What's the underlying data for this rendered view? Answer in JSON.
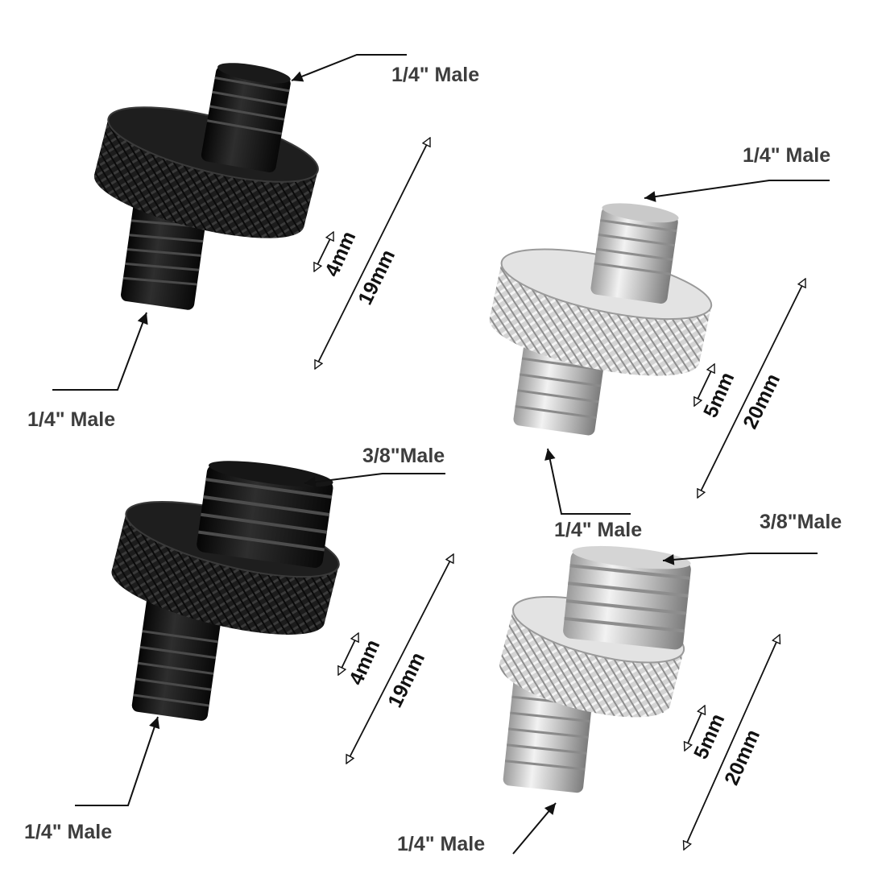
{
  "product": "camera screw adapter set",
  "colors": {
    "background": "#ffffff",
    "black_screw": "#141414",
    "silver_screw": "#c8c8c8",
    "label_text": "#3d3d3d",
    "arrow": "#111111"
  },
  "adapters": [
    {
      "finish": "black",
      "top_label": "1/4\" Male",
      "bottom_label": "1/4\" Male",
      "small_dim": "4mm",
      "length_dim": "19mm"
    },
    {
      "finish": "silver",
      "top_label": "1/4\" Male",
      "bottom_label": "1/4\" Male",
      "small_dim": "5mm",
      "length_dim": "20mm"
    },
    {
      "finish": "black",
      "top_label": "3/8\"Male",
      "bottom_label": "1/4\" Male",
      "small_dim": "4mm",
      "length_dim": "19mm"
    },
    {
      "finish": "silver",
      "top_label": "3/8\"Male",
      "bottom_label": "1/4\" Male",
      "small_dim": "5mm",
      "length_dim": "20mm"
    }
  ]
}
